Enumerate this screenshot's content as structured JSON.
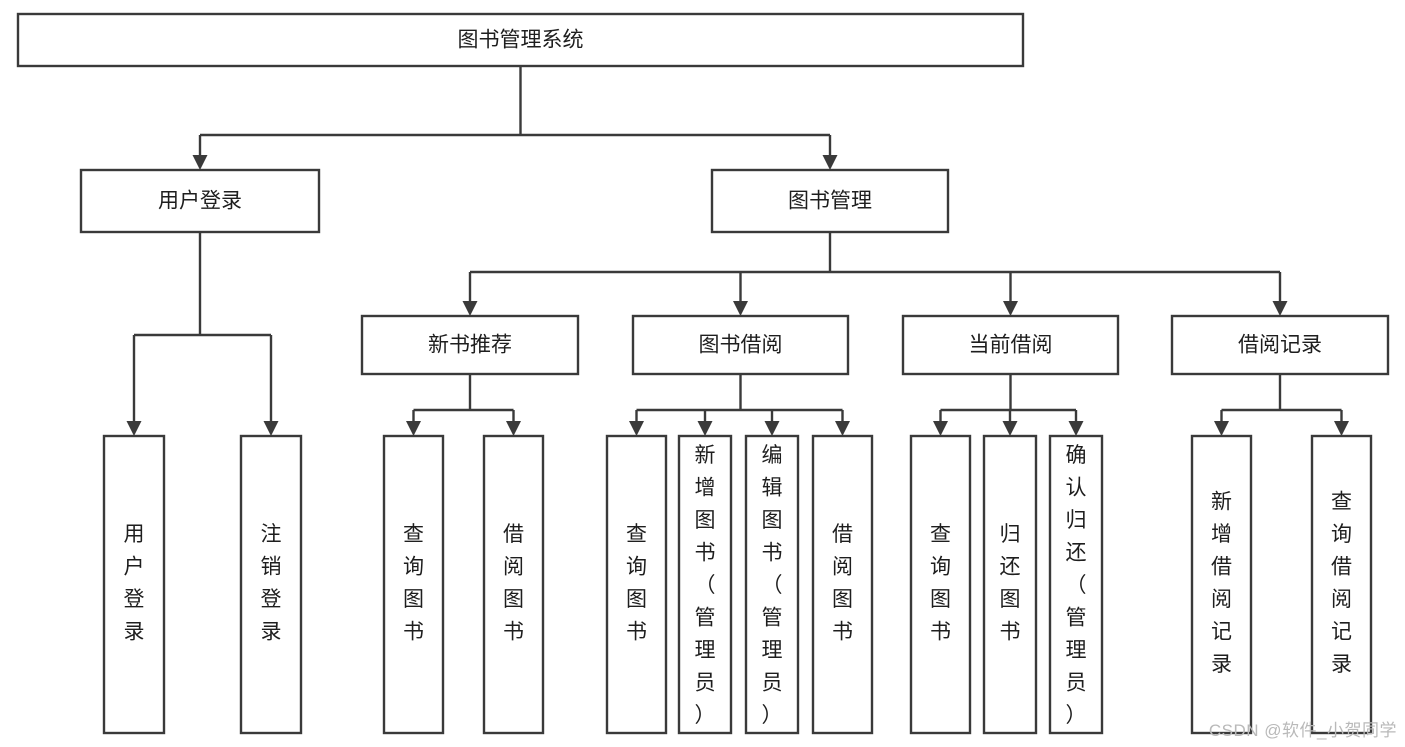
{
  "diagram": {
    "type": "tree-hierarchy-chart",
    "title": "图书管理系统",
    "orientation": "top-down",
    "colors": {
      "box_fill": "#ffffff",
      "box_stroke": "#3a3a3a",
      "text": "#1e1e1e",
      "background": "#ffffff",
      "watermark": "#b9b9b9"
    },
    "levels": [
      {
        "level": 1,
        "nodes": [
          {
            "id": "root",
            "label": "图书管理系统",
            "orientation": "horizontal"
          }
        ]
      },
      {
        "level": 2,
        "nodes": [
          {
            "id": "login",
            "label": "用户登录",
            "orientation": "horizontal",
            "parent": "root"
          },
          {
            "id": "bookmgmt",
            "label": "图书管理",
            "orientation": "horizontal",
            "parent": "root"
          }
        ]
      },
      {
        "level": 3,
        "nodes": [
          {
            "id": "newbook",
            "label": "新书推荐",
            "orientation": "horizontal",
            "parent": "bookmgmt"
          },
          {
            "id": "borrow",
            "label": "图书借阅",
            "orientation": "horizontal",
            "parent": "bookmgmt"
          },
          {
            "id": "current",
            "label": "当前借阅",
            "orientation": "horizontal",
            "parent": "bookmgmt"
          },
          {
            "id": "records",
            "label": "借阅记录",
            "orientation": "horizontal",
            "parent": "bookmgmt"
          }
        ]
      },
      {
        "level": 4,
        "nodes": [
          {
            "id": "leaf-user-login",
            "label": "用户登录",
            "orientation": "vertical",
            "parent": "login"
          },
          {
            "id": "leaf-user-logout",
            "label": "注销登录",
            "orientation": "vertical",
            "parent": "login"
          },
          {
            "id": "leaf-query-book-1",
            "label": "查询图书",
            "orientation": "vertical",
            "parent": "newbook"
          },
          {
            "id": "leaf-borrow-book-1",
            "label": "借阅图书",
            "orientation": "vertical",
            "parent": "newbook"
          },
          {
            "id": "leaf-query-book-2",
            "label": "查询图书",
            "orientation": "vertical",
            "parent": "borrow"
          },
          {
            "id": "leaf-add-book",
            "label": "新增图书（管理员）",
            "orientation": "vertical",
            "parent": "borrow"
          },
          {
            "id": "leaf-edit-book",
            "label": "编辑图书（管理员）",
            "orientation": "vertical",
            "parent": "borrow"
          },
          {
            "id": "leaf-borrow-book-2",
            "label": "借阅图书",
            "orientation": "vertical",
            "parent": "borrow"
          },
          {
            "id": "leaf-query-book-3",
            "label": "查询图书",
            "orientation": "vertical",
            "parent": "current"
          },
          {
            "id": "leaf-return-book",
            "label": "归还图书",
            "orientation": "vertical",
            "parent": "current"
          },
          {
            "id": "leaf-confirm-return",
            "label": "确认归还（管理员）",
            "orientation": "vertical",
            "parent": "current"
          },
          {
            "id": "leaf-add-record",
            "label": "新增借阅记录",
            "orientation": "vertical",
            "parent": "records"
          },
          {
            "id": "leaf-query-record",
            "label": "查询借阅记录",
            "orientation": "vertical",
            "parent": "records"
          }
        ]
      }
    ]
  },
  "watermark": {
    "text": "CSDN @软件_小贺同学"
  }
}
